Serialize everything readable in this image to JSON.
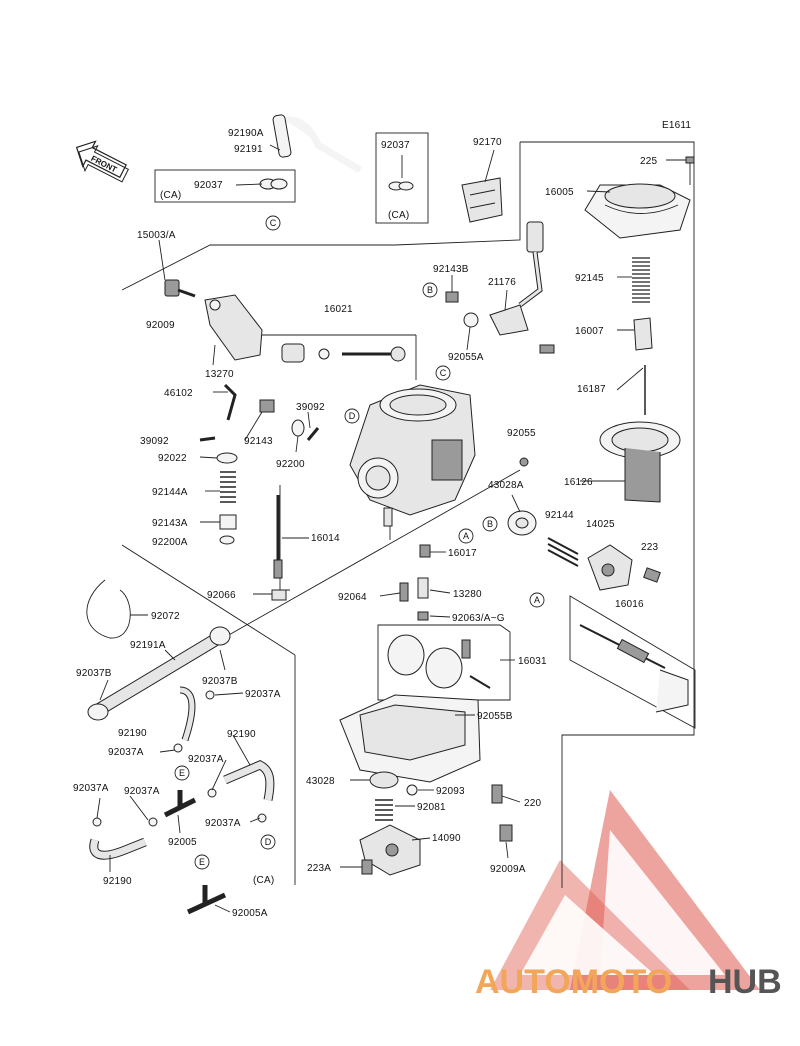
{
  "diagram": {
    "code": "E1611",
    "front_label": "FRONT",
    "watermark": {
      "text_colored": "AUTOMOTO",
      "text_dark": "HUB",
      "color_accent": "#f2a65a",
      "color_red": "#e05a4f",
      "color_dark": "#555555"
    },
    "labels": {
      "p92190A": "92190A",
      "p92191": "92191",
      "p92037": "92037",
      "p92037_ca": "92037",
      "ca1": "(CA)",
      "ca2": "(CA)",
      "ca3": "(CA)",
      "p92170": "92170",
      "p225": "225",
      "p16005": "16005",
      "p15003A": "15003/A",
      "p92143B": "92143B",
      "p21176": "21176",
      "p92145": "92145",
      "p92009": "92009",
      "p16021": "16021",
      "p92055A": "92055A",
      "p16007": "16007",
      "p13270": "13270",
      "p46102": "46102",
      "p16187": "16187",
      "p39092a": "39092",
      "p92143": "92143",
      "p39092b": "39092",
      "p92055": "92055",
      "p92022": "92022",
      "p92200": "92200",
      "p16126": "16126",
      "p43028A": "43028A",
      "p92144A": "92144A",
      "p92144": "92144",
      "p14025": "14025",
      "p92143A": "92143A",
      "p92200A": "92200A",
      "p16014": "16014",
      "p16017": "16017",
      "p223": "223",
      "p92066": "92066",
      "p92064": "92064",
      "p13280": "13280",
      "p16016": "16016",
      "p92072": "92072",
      "p92063": "92063/A~G",
      "p92191A": "92191A",
      "p16031": "16031",
      "p92037B_a": "92037B",
      "p92037B_b": "92037B",
      "p92037A_a": "92037A",
      "p92190_a": "92190",
      "p92055B": "92055B",
      "p92037A_b": "92037A",
      "p92037A_c": "92037A",
      "p92190_b": "92190",
      "p43028": "43028",
      "p92093": "92093",
      "p92037A_d": "92037A",
      "p92037A_e": "92037A",
      "p92081": "92081",
      "p220": "220",
      "p92037A_f": "92037A",
      "p92005": "92005",
      "p14090": "14090",
      "p92009A": "92009A",
      "p223A": "223A",
      "p92190_c": "92190",
      "p92005A": "92005A"
    },
    "callouts": {
      "A": "A",
      "B": "B",
      "C": "C",
      "D": "D",
      "E": "E"
    }
  }
}
